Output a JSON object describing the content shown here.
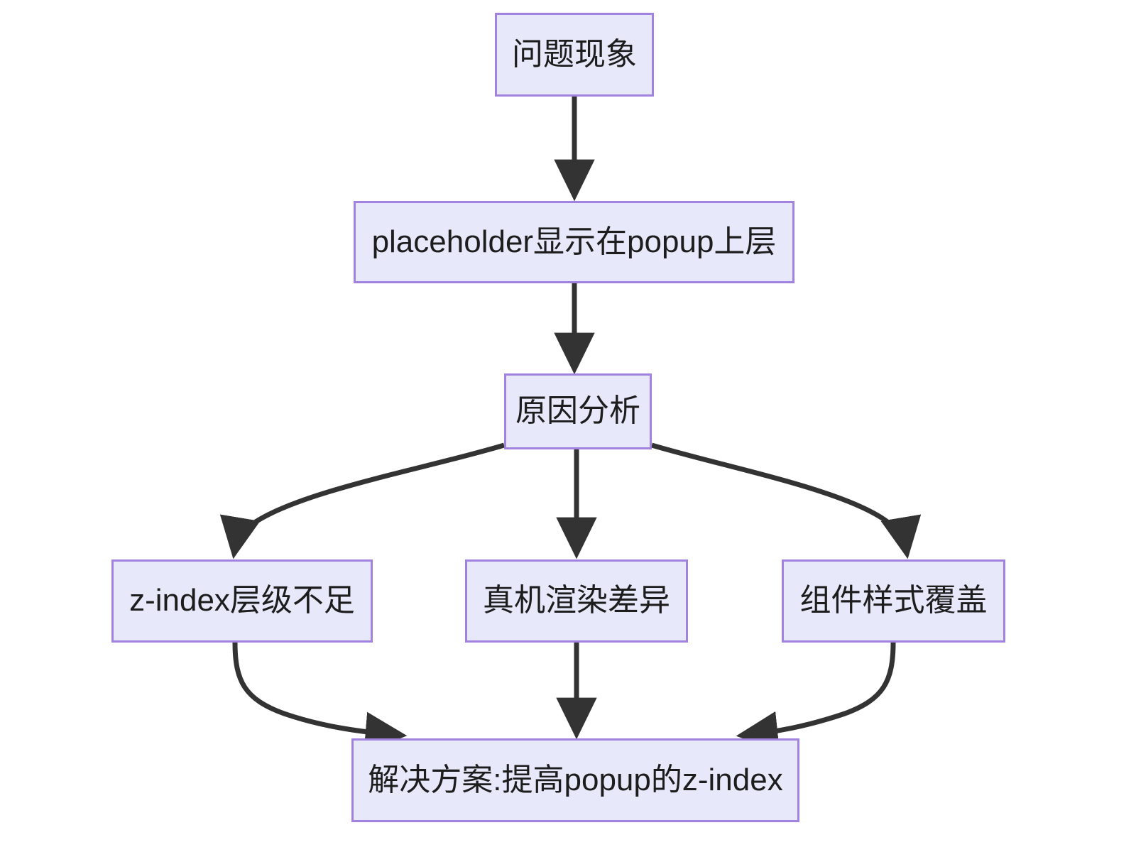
{
  "diagram": {
    "type": "flowchart",
    "direction": "top-down",
    "background_color": "#ffffff",
    "node_fill_color": "#e8e8fb",
    "node_border_color": "#a182de",
    "edge_color": "#333333",
    "text_color": "#1d1d1d",
    "nodes": [
      {
        "id": "problem",
        "label": "问题现象"
      },
      {
        "id": "symptom",
        "label": "placeholder显示在popup上层"
      },
      {
        "id": "analysis",
        "label": "原因分析"
      },
      {
        "id": "zindex",
        "label": "z-index层级不足"
      },
      {
        "id": "render",
        "label": "真机渲染差异"
      },
      {
        "id": "style",
        "label": "组件样式覆盖"
      },
      {
        "id": "solution",
        "label": "解决方案:提高popup的z-index"
      }
    ],
    "edges": [
      {
        "from": "problem",
        "to": "symptom",
        "label": ""
      },
      {
        "from": "symptom",
        "to": "analysis",
        "label": ""
      },
      {
        "from": "analysis",
        "to": "zindex",
        "label": ""
      },
      {
        "from": "analysis",
        "to": "render",
        "label": ""
      },
      {
        "from": "analysis",
        "to": "style",
        "label": ""
      },
      {
        "from": "zindex",
        "to": "solution",
        "label": ""
      },
      {
        "from": "render",
        "to": "solution",
        "label": ""
      },
      {
        "from": "style",
        "to": "solution",
        "label": ""
      }
    ]
  }
}
